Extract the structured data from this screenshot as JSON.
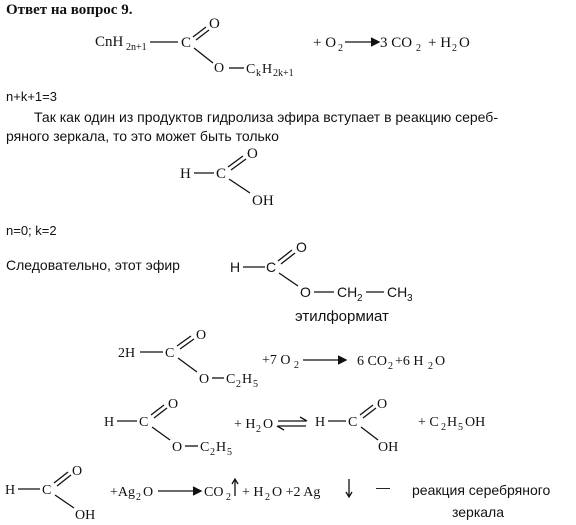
{
  "header": "Ответ на вопрос 9.",
  "eq1": {
    "reactant_prefix": "CnH",
    "reactant_sub1": "2n+1",
    "reactant_c": "C",
    "reactant_o_dbl": "O",
    "reactant_o_ether": "O",
    "reactant_alkyl": "C",
    "reactant_alkyl_sub1": "k",
    "reactant_alkyl_h": "H",
    "reactant_alkyl_sub2": "2k+1",
    "plus_o2": "+ O",
    "o2_sub": "2",
    "product_co2": "3 CO",
    "co2_sub": "2",
    "plus_h2o": "+ H",
    "h2o_sub": "2",
    "h2o_o": "O"
  },
  "relation": "n+k+1=3",
  "paragraph": {
    "line1": "Так как один из продуктов гидролиза эфира вступает в реакцию сереб-",
    "line2": "ряного зеркала, то это может быть только"
  },
  "acid": {
    "h": "H",
    "c": "C",
    "o": "O",
    "oh": "OH"
  },
  "result": "n=0; k=2",
  "conclusion": {
    "text": "Следовательно, этот эфир",
    "h": "H",
    "c": "C",
    "o_dbl": "O",
    "o_ether": "O",
    "ch2": "CH",
    "ch2_sub": "2",
    "ch3": "CH",
    "ch3_sub": "3",
    "name": "этилформиат"
  },
  "eq2": {
    "coef": "2H",
    "c": "C",
    "o_dbl": "O",
    "o_ether": "O",
    "ethyl": "C",
    "ethyl_sub1": "2",
    "ethyl_h": "H",
    "ethyl_sub2": "5",
    "plus_o2": "+7 O",
    "o2_sub": "2",
    "product": "6 CO",
    "co2_sub": "2",
    "plus_h2o": "+6 H",
    "h2o_sub": "2",
    "h2o_o": "O"
  },
  "eq3": {
    "h": "H",
    "c": "C",
    "o_dbl": "O",
    "o_ether": "O",
    "ethyl": "C",
    "ethyl_sub1": "2",
    "ethyl_h": "H",
    "ethyl_sub2": "5",
    "plus_h2o": "+ H",
    "h2o_sub": "2",
    "h2o_o": "O",
    "acid_h": "H",
    "acid_c": "C",
    "acid_o": "O",
    "acid_oh": "OH",
    "plus_ethanol": "+ C",
    "eth_sub1": "2",
    "eth_h": "H",
    "eth_sub2": "5",
    "eth_oh": "OH"
  },
  "eq4": {
    "h": "H",
    "c": "C",
    "o": "O",
    "oh": "OH",
    "plus_ag2o": "+Ag",
    "ag2o_sub": "2",
    "ag2o_o": "O",
    "co2": "CO",
    "co2_sub": "2",
    "plus_h2o": "+ H",
    "h2o_sub": "2",
    "h2o_o": "O +2 Ag",
    "dash": "—",
    "label_line1": "реакция серебряного",
    "label_line2": "зеркала"
  }
}
